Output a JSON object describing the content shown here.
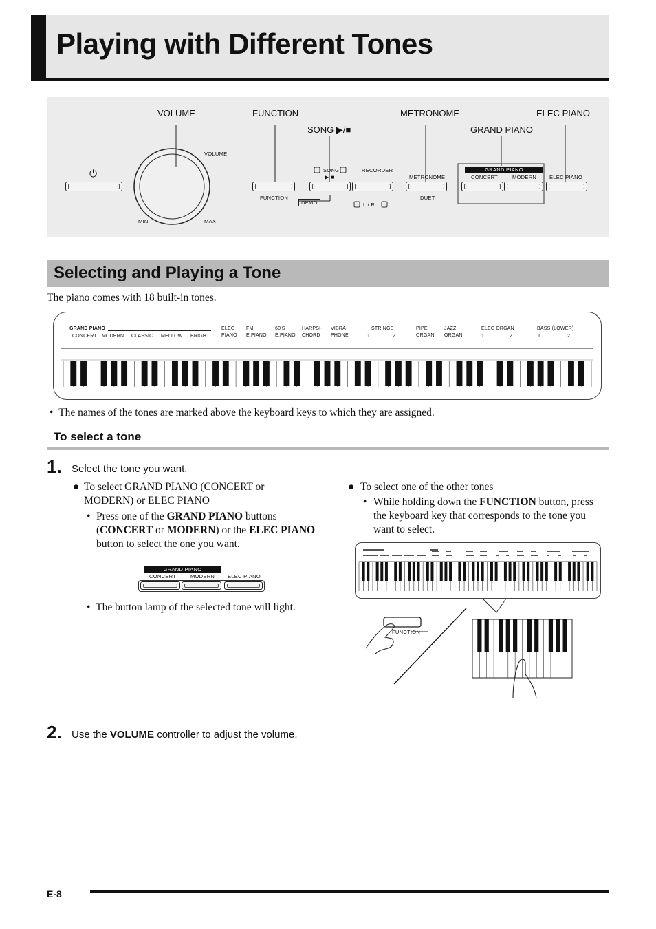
{
  "page_title": "Playing with Different Tones",
  "panel": {
    "callouts": {
      "volume": "VOLUME",
      "function": "FUNCTION",
      "song": "SONG ▶/■",
      "metronome": "METRONOME",
      "grand_piano": "GRAND PIANO",
      "elec_piano": "ELEC PIANO"
    },
    "labels": {
      "power_symbol": "⏻",
      "volume": "VOLUME",
      "min": "MIN",
      "max": "MAX",
      "function": "FUNCTION",
      "demo": "DEMO",
      "song": "SONG",
      "play_stop": "▶  ■",
      "recorder": "RECORDER",
      "lr": "L / R",
      "metronome": "METRONOME",
      "duet": "DUET",
      "grand_piano": "GRAND PIANO",
      "concert": "CONCERT",
      "modern": "MODERN",
      "elec_piano": "ELEC PIANO"
    }
  },
  "section_title": "Selecting and Playing a Tone",
  "intro": "The piano comes with 18 built-in tones.",
  "keyboard_labels": {
    "grand_piano": "GRAND PIANO",
    "concert": "CONCERT",
    "modern": "MODERN",
    "classic": "CLASSIC",
    "mellow": "MELLOW",
    "bright": "BRIGHT",
    "elec_piano": [
      "ELEC",
      "PIANO"
    ],
    "fm_epiano": [
      "FM",
      "E.PIANO"
    ],
    "60s_epiano": [
      "60'S",
      "E.PIANO"
    ],
    "harpsichord": [
      "HARPSI-",
      "CHORD"
    ],
    "vibraphone": [
      "VIBRA-",
      "PHONE"
    ],
    "strings": "STRINGS",
    "strings_1": "1",
    "strings_2": "2",
    "pipe_organ": [
      "PIPE",
      "ORGAN"
    ],
    "jazz_organ": [
      "JAZZ",
      "ORGAN"
    ],
    "elec_organ": "ELEC ORGAN",
    "elec_organ_1": "1",
    "elec_organ_2": "2",
    "bass": "BASS (LOWER)",
    "bass_1": "1",
    "bass_2": "2"
  },
  "note_tone_names": "The names of the tones are marked above the keyboard keys to which they are assigned.",
  "subsection_title": "To select a tone",
  "step1": {
    "number": "1.",
    "text": "Select the tone you want.",
    "left": {
      "bullet": "To select GRAND PIANO (CONCERT or MODERN) or ELEC PIANO",
      "sub_parts": [
        "Press one of the ",
        "GRAND PIANO",
        " buttons (",
        "CONCERT",
        " or ",
        "MODERN",
        ") or the ",
        "ELEC PIANO",
        " button to select the one you want."
      ],
      "mini_panel": {
        "grand_piano": "GRAND PIANO",
        "concert": "CONCERT",
        "modern": "MODERN",
        "elec_piano": "ELEC PIANO"
      },
      "lamp_note": "The button lamp of the selected tone will light."
    },
    "right": {
      "bullet": "To select one of the other tones",
      "sub_parts": [
        "While holding down the ",
        "FUNCTION",
        " button, press the keyboard key that corresponds to the tone you want to select."
      ],
      "function_label": "FUNCTION"
    }
  },
  "step2": {
    "number": "2.",
    "text_parts": [
      "Use the ",
      "VOLUME",
      " controller to adjust the volume."
    ]
  },
  "page_number": "E-8"
}
